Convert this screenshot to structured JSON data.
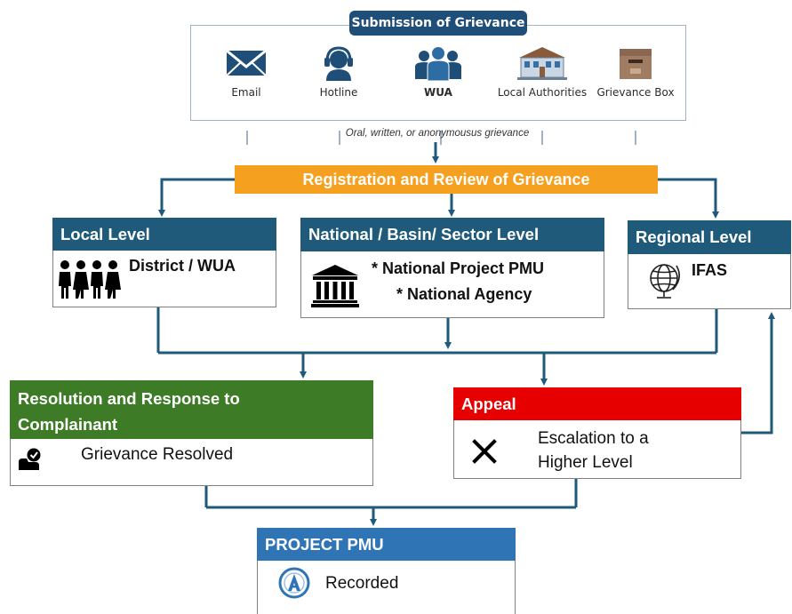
{
  "submission": {
    "title": "Submission of Grievance",
    "channels": [
      {
        "label": "Email",
        "icon": "envelope-icon"
      },
      {
        "label": "Hotline",
        "icon": "headset-icon"
      },
      {
        "label": "WUA",
        "icon": "group-icon"
      },
      {
        "label": "Local Authorities",
        "icon": "building-icon"
      },
      {
        "label": "Grievance Box",
        "icon": "box-icon"
      }
    ],
    "caption": "Oral, written, or anonymousus grievance"
  },
  "registration": {
    "label": "Registration and Review of Grievance"
  },
  "local": {
    "title": "Local Level",
    "body": "District / WUA",
    "icon": "people-icon"
  },
  "national": {
    "title": "National / Basin/ Sector Level",
    "line1": "* National Project PMU",
    "line2": "* National Agency",
    "icon": "institution-icon"
  },
  "regional": {
    "title": "Regional Level",
    "body": "IFAS",
    "icon": "globe-icon"
  },
  "resolution": {
    "title_line1": "Resolution and Response to",
    "title_line2": "Complainant",
    "body": "Grievance Resolved",
    "icon": "resolved-icon"
  },
  "appeal": {
    "title": "Appeal",
    "line1": "Escalation to a",
    "line2": "Higher Level",
    "icon": "x-icon"
  },
  "pmu": {
    "title": "PROJECT PMU",
    "body": "Recorded",
    "icon": "logo-icon"
  },
  "colors": {
    "navy": "#1f4e79",
    "level_header": "#1f5a7a",
    "orange": "#f5a01f",
    "green": "#3e7b27",
    "red": "#e60000",
    "pmu_blue": "#2f75b5",
    "connector": "#1f5a7a"
  }
}
